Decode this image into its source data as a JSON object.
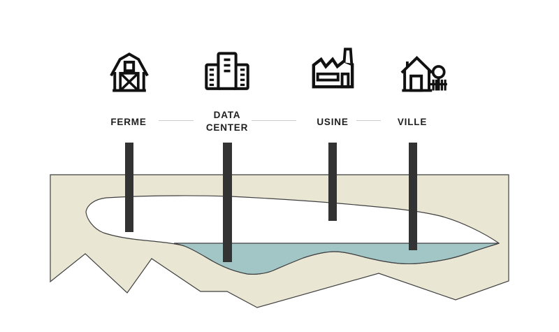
{
  "sites": [
    {
      "label": "FERME",
      "icon": "barn-icon"
    },
    {
      "label": "DATA CENTER",
      "icon": "data-center-icon"
    },
    {
      "label": "USINE",
      "icon": "factory-icon"
    },
    {
      "label": "VILLE",
      "icon": "house-icon"
    }
  ],
  "diagram": {
    "type": "underground cross-section with wells",
    "well_count": 4,
    "colors": {
      "background": "#ffffff",
      "ground": "#e9e6d4",
      "aquifer_cavity": "#ffffff",
      "water": "#a2c5c6",
      "well": "#333333",
      "outline": "#3f3f3f",
      "icon": "#111111",
      "label_text": "#1f1f1f",
      "connector_line": "#cccccc"
    }
  }
}
